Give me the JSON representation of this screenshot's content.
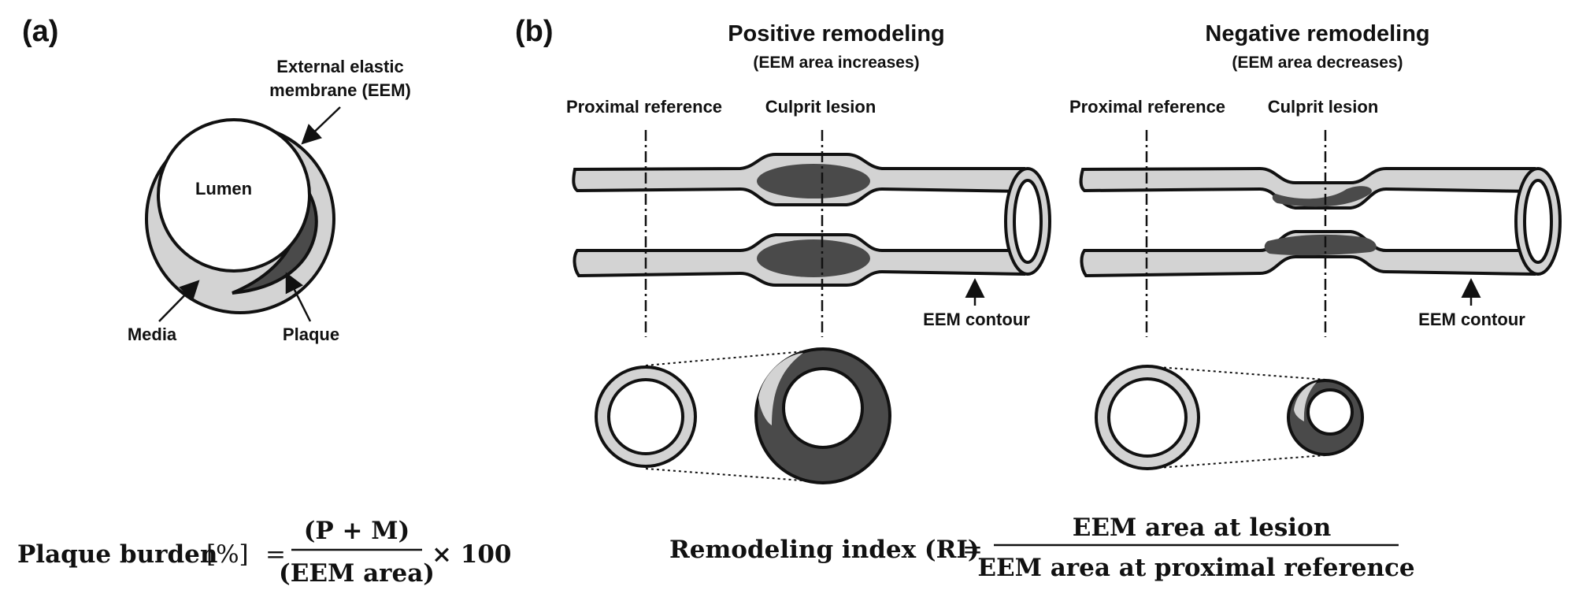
{
  "panel_a": {
    "label": "(a)",
    "eem_label_line1": "External elastic",
    "eem_label_line2": "membrane (EEM)",
    "lumen": "Lumen",
    "media": "Media",
    "plaque": "Plaque"
  },
  "panel_b": {
    "label": "(b)",
    "positive": {
      "title": "Positive remodeling",
      "subtitle": "(EEM area increases)",
      "proximal": "Proximal reference",
      "culprit": "Culprit lesion",
      "contour": "EEM contour"
    },
    "negative": {
      "title": "Negative remodeling",
      "subtitle": "(EEM area decreases)",
      "proximal": "Proximal reference",
      "culprit": "Culprit lesion",
      "contour": "EEM contour"
    }
  },
  "formula_plaque": {
    "lhs": "Plaque burden",
    "unit": "[%]",
    "eq": "=",
    "numerator": "(P + M)",
    "denominator": "(EEM area)",
    "multiplier": "× 100"
  },
  "formula_ri": {
    "lhs": "Remodeling index (RI)",
    "eq": "=",
    "numerator": "EEM area at lesion",
    "denominator": "EEM area at proximal reference"
  },
  "colors": {
    "media": "#d3d3d3",
    "plaque": "#4a4a4a",
    "outline": "#111111"
  }
}
